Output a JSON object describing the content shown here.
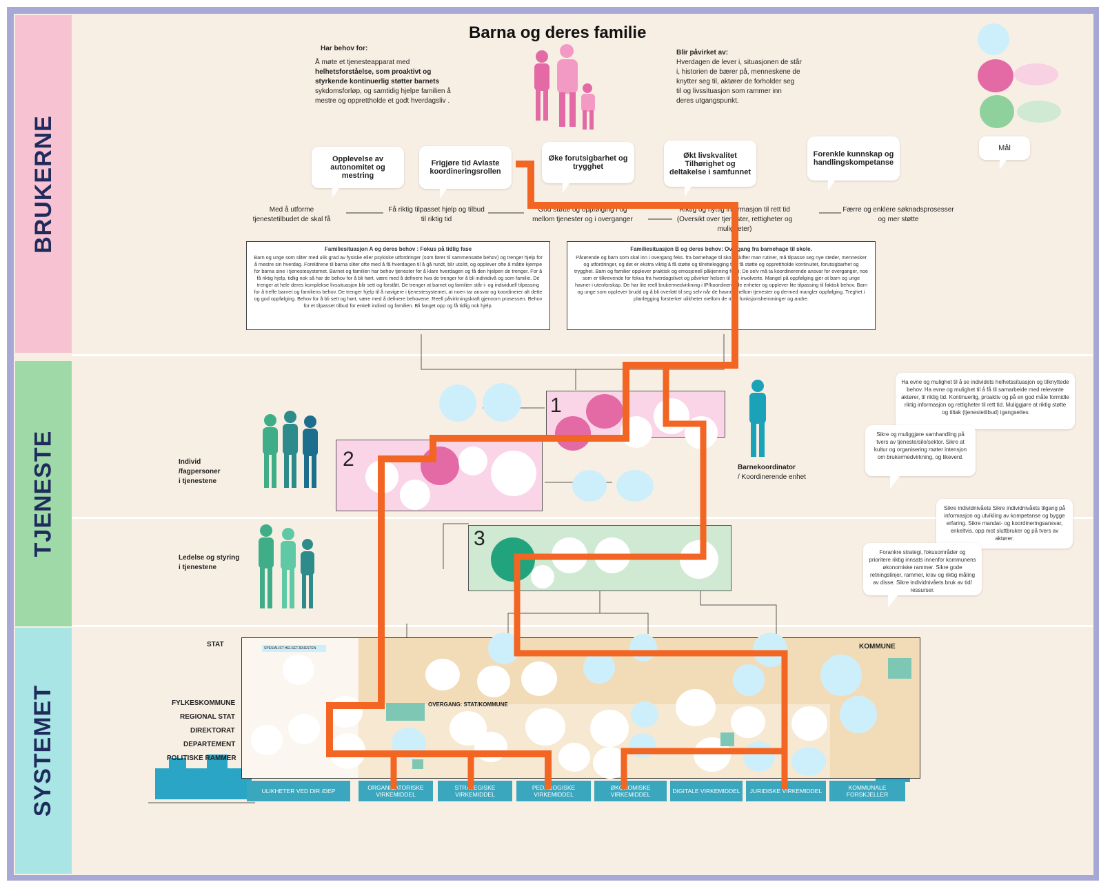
{
  "bands": {
    "brukerne": "BRUKERNE",
    "tjeneste": "TJENESTE",
    "systemet": "SYSTEMET"
  },
  "colors": {
    "frame": "#a8a8d6",
    "background": "#f8efe4",
    "brukerne": "#f7c3d2",
    "tjeneste": "#9fd9a8",
    "systemet": "#a9e5e4",
    "orange_path": "#f26522",
    "pink_zone": "#f9d5e7",
    "green_zone": "#cfe9d2",
    "kommune_zone": "#f2dcb8",
    "bottom_bar": "#3aa7bf"
  },
  "header": {
    "title": "Barna og deres familie",
    "needs_heading": "Har behov for:",
    "needs_text_1": "Å møte et tjenesteapparat med",
    "needs_text_2": "helhetsforståelse, som proaktivt og",
    "needs_text_3": "styrkende kontinuerlig støtter barnets",
    "needs_text_4": "sykdomsforløp, og samtidig hjelpe familien å",
    "needs_text_5": "mestre og opprettholde et godt hverdagsliv .",
    "affected_heading": "Blir påvirket av:",
    "affected_text_1": "Hverdagen de lever i, situasjonen de står",
    "affected_text_2": "i, historien de bærer på, menneskene de",
    "affected_text_3": "knytter seg til, aktører de forholder seg",
    "affected_text_4": "til og livssituasjon som rammer inn",
    "affected_text_5": "deres utgangspunkt."
  },
  "legend": {
    "mal_label": "Mål"
  },
  "goals": [
    {
      "text": "Opplevelse av autonomitet og mestring"
    },
    {
      "text": "Frigjøre tid Avlaste koordineringsrollen"
    },
    {
      "text": "Øke forutsigbarhet og trygghet"
    },
    {
      "text": "Økt livskvalitet Tilhørighet og deltakelse i samfunnet"
    },
    {
      "text": "Forenkle kunnskap og handlingskompetanse"
    }
  ],
  "journey": {
    "s1": "Med å utforme tjenestetilbudet de skal få",
    "s2": "Få riktig tilpasset hjelp og tilbud til riktig tid",
    "s3": "God støtte og oppfølging i og mellom tjenester og i overganger",
    "s4": "Riktig og nyttig informasjon til rett tid (Oversikt over tjenester, rettigheter og muligheter)",
    "s5": "Færre og enklere søknadsprosesser og mer støtte"
  },
  "family_a": {
    "heading": "Familiesituasjon A og deres behov : Fokus på tidlig fase",
    "body": "Barn og unge som sliter med ulik grad av fysiske eller psykiske utfordringer (som fører til sammensatte behov) og trenger hjelp for å mestre sin hverdag. Foreldrene til barna sliter ofte med å få hverdagen til å gå rundt, blir utslitt, og opplever ofte å måtte kjempe for barna sine i tjenestesystemet. Barnet og familien har behov tjenester for å klare hverdagen og få den hjelpen de trenger. For å få riktig hjelp, tidlig nok så har de behov for å bli hørt, være med å definere hva de trenger for å bli individivå og som familie. De trenger at hele deres komplekse livssituasjon blir sett og forstått. De trenger at barnet og familien står i- og individuell tilpassing for å treffe barnet og familiens behov. De trenger hjelp til å navigere i tjenestesystemet, at noen tar ansvar og koordinerer alt dette og god oppfølging. Behov for å bli sett og hørt, være med å definere behovene. Reell påvirkningskraft gjennom prosessen. Behov for et tilpasset tilbud for enkelt individ og familien. Bli fanget opp og få tidlig nok hjelp."
  },
  "family_b": {
    "heading": "Familiesituasjon B og deres behov: Overgang fra barnehage til skole.",
    "body": "Pårørende og barn som skal inn i overgang feks. fra barnehage til skole skifter man rutiner, må tilpasse seg nye steder, mennesker og utfordringer, og det er ekstra viktig å få støtte og tilrettelegging til å få støtte og opprettholde kontinuitet, forutsigbarhet og trygghet. Barn og familier opplever praktisk og emosjonell påkjenning fordi; De selv må ta koordinerende ansvar for overganger, noe som er tilkrevende for fokus fra hverdagslivet og påvirker helsen til alle involverte. Mangel på oppfølging gjer at barn og unge havner i utenforskap. De har lite reell brukermedvirkning i IP/koordinerende enheter og opplever lite tilpassing til faktisk behov. Barn og unge som opplever brudd og å bli overlatt til seg selv når de havner mellom tjenester og dermed mangler oppfølging. Treghet i planlegging forsterker ulikheter mellom de med funksjonshemminger og andre."
  },
  "tjeneste": {
    "individ_label_1": "Individ",
    "individ_label_2": "/fagpersoner",
    "individ_label_3": "i tjenestene",
    "ledelse_label_1": "Ledelse og styring",
    "ledelse_label_2": "i tjenestene",
    "barnekoordinator_1": "Barnekoordinator",
    "barnekoordinator_2": "/ Koordinerende enhet",
    "zone1": "1",
    "zone2": "2",
    "zone3": "3"
  },
  "right_bubbles": {
    "b1": "Ha evne og mulighet til å se individets helhetssituasjon og tilknyttede behov. Ha evne og mulighet til å få til samarbeide med relevante aktører, til riktig tid. Kontinuerlig, proaktiv og på en god måte formidle riktig informasjon og rettigheter til rett tid. Muliggjøre at riktig støtte og tiltak (tjenestetilbud) igangsettes",
    "b2": "Sikre og muliggjøre samhandling på tvers av tjeneste/silo/sektor. Sikre at kultur og organisering møter intensjon om brukermedvirkning, og likeverd.",
    "b3": "Sikre individnivåets Sikre individnivåets tilgang på informasjon og utvikling av kompetanse og bygge erfaring. Sikre mandat- og koordineringsansvar, enkeltvis, opp mot sluttbruker og på tvers av aktører.",
    "b4": "Forankre strategi, fokusområder og prioritere riktig innsats innenfor kommunens økonomiske rammer. Sikre gode retningslinjer, rammer, krav og riktig måling av disse. Sikre individnivåets bruk av tid/ ressurser."
  },
  "systemet": {
    "stat": "STAT",
    "fylkeskommune": "FYLKESKOMMUNE",
    "regional_stat": "REGIONAL STAT",
    "direktorat": "DIREKTORAT",
    "departement": "DEPARTEMENT",
    "politiske_rammer": "POLITISKE RAMMER",
    "kommune": "KOMMUNE",
    "overgang": "OVERGANG: STAT/KOMMUNE",
    "spesialist": "SPESIALIST HELSETJENESTEN"
  },
  "bottom_bars": [
    "ULIKHETER VED DIR /DEP",
    "ORGANISATORISKE VIRKEMIDDEL",
    "STRATEGISKE VIRKEMIDDEL",
    "PEDAGOGISKE VIRKEMIDDEL",
    "ØKONOMISKE VIRKEMIDDEL",
    "DIGITALE VIRKEMIDDEL",
    "JURIDISKE VIRKEMIDDEL",
    "KOMMUNALE FORSKJELLER"
  ]
}
